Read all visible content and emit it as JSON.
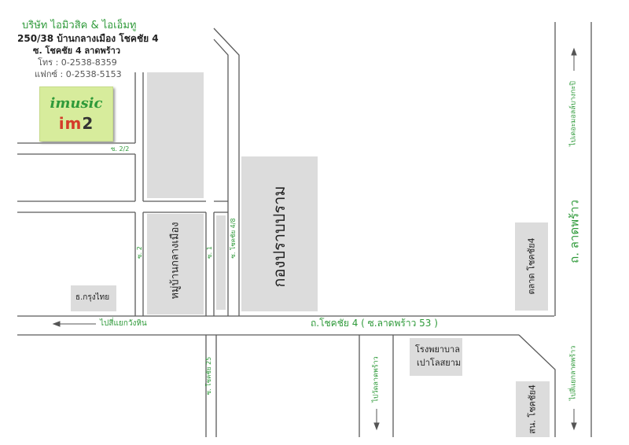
{
  "company": {
    "name": "บริษัท ไอมิวสิค & ไอเอ็มทู",
    "address_line1": "250/38 บ้านกลางเมือง โชคชัย 4",
    "address_line2": "ซ. โชคชัย 4 ลาดพร้าว",
    "phone": "โทร : 0-2538-8359",
    "fax": "แฟกซ์ : 0-2538-5153"
  },
  "logo": {
    "top_text": "imusic",
    "bottom_text": "im2"
  },
  "roads": {
    "main_road": "ถ.โชคชัย 4 ( ซ.ลาดพร้าว 53 )",
    "ladprao": "ถ. ลาดพร้าว",
    "soi_2_2": "ซ. 2/2",
    "soi_2": "ซ. 2",
    "soi_1": "ซ. 1",
    "soi_4_8": "ซ. โชคชัย 4/8",
    "soi_25": "ซ. โชคชัย 25"
  },
  "places": {
    "bank": "ธ.กรุงไทย",
    "village": "หมู่บ้านกลางเมือง",
    "police": "กองปราบปราม",
    "market": "ตลาด โชคชัย4",
    "hospital_line1": "โรงพยาบาล",
    "hospital_line2": "เปาโลสยาม",
    "police_station": "สน. โชคชัย4"
  },
  "directions": {
    "wanghin": "ไปสี่แยกวังหิน",
    "wat_ladprao": "ไปวัดลาดพร้าว",
    "ladprao_intersection": "ไปสี่แยกลาดพร้าว",
    "expressway": "ไปเดอะมอลล์บางกะปิ"
  },
  "colors": {
    "road_line": "#555555",
    "block": "#dcdcdc",
    "label_green": "#2f9a3a"
  }
}
